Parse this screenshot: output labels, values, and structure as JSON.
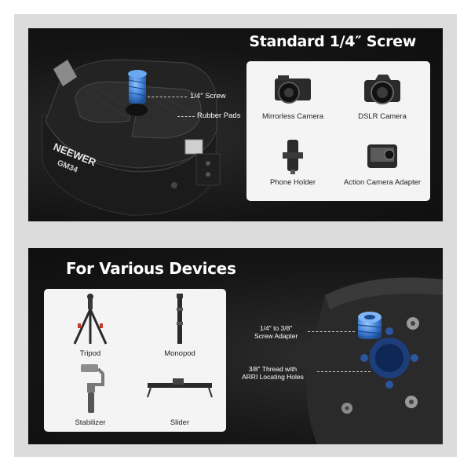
{
  "top": {
    "title": "Standard 1/4″ Screw",
    "callouts": {
      "screw": "1/4″ Screw",
      "pads": "Rubber Pads"
    },
    "brand": "NEEWER",
    "model": "GM34",
    "devices": [
      {
        "label": "Mirrorless Camera",
        "icon": "mirrorless-camera-icon"
      },
      {
        "label": "DSLR Camera",
        "icon": "dslr-camera-icon"
      },
      {
        "label": "Phone Holder",
        "icon": "phone-holder-icon"
      },
      {
        "label": "Action Camera Adapter",
        "icon": "action-camera-icon"
      }
    ]
  },
  "bottom": {
    "title": "For Various Devices",
    "devices": [
      {
        "label": "Tripod",
        "icon": "tripod-icon"
      },
      {
        "label": "Monopod",
        "icon": "monopod-icon"
      },
      {
        "label": "Stabilizer",
        "icon": "stabilizer-icon"
      },
      {
        "label": "Slider",
        "icon": "slider-icon"
      }
    ],
    "callouts": {
      "adapter_line1": "1/4″ to 3/8″",
      "adapter_line2": "Screw Adapter",
      "thread_line1": "3/8″ Thread with",
      "thread_line2": "ARRI Locating Holes"
    }
  },
  "colors": {
    "accent_blue": "#3f7fd4",
    "panel": "#141414",
    "frame": "#dcdcdc",
    "card": "#f4f4f4"
  }
}
